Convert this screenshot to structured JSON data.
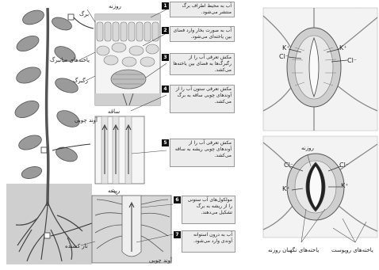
{
  "left": {
    "plant_labels": {
      "leaf": "برگ",
      "stoma": "روزنه",
      "mesophyll": "یاخته‌های میانبرگ",
      "vein": "رگبرگ",
      "stem": "ساقه",
      "xylem_stem": "آوند چوبی",
      "root": "ریشه",
      "xylem_root": "آوند چوبی",
      "root_hair": "تار کشنده"
    },
    "steps": [
      {
        "num": "1",
        "text": "آب به محیط اطراف برگ منتشر می‌شود."
      },
      {
        "num": "2",
        "text": "آب به صورت بخار وارد فضای بین یاخته‌ای می‌شود."
      },
      {
        "num": "3",
        "text": "مکش تعرقی آب را از رگبرگ‌ها به فضای بین یاخته‌ها می‌کشد."
      },
      {
        "num": "4",
        "text": "مکش تعرقی ستون آب را از آوندهای چوبی ساقه به برگ می‌کشد."
      },
      {
        "num": "5",
        "text": "مکش تعرقی آب را از آوندهای چوبی ریشه به ساقه می‌کشد."
      },
      {
        "num": "6",
        "text": "مولکول‌های آب ستونی را از ریشه به برگ تشکیل می‌دهند."
      },
      {
        "num": "7",
        "text": "آب به درون استوانه آوندی وارد می‌شود."
      }
    ]
  },
  "right": {
    "ions": {
      "k": "K⁺",
      "cl": "Cl⁻"
    },
    "stoma_label": "روزنه",
    "guard_cells_label": "یاخته‌های نگهبان روزنه",
    "epidermis_label": "یاخته‌های روپوست"
  }
}
